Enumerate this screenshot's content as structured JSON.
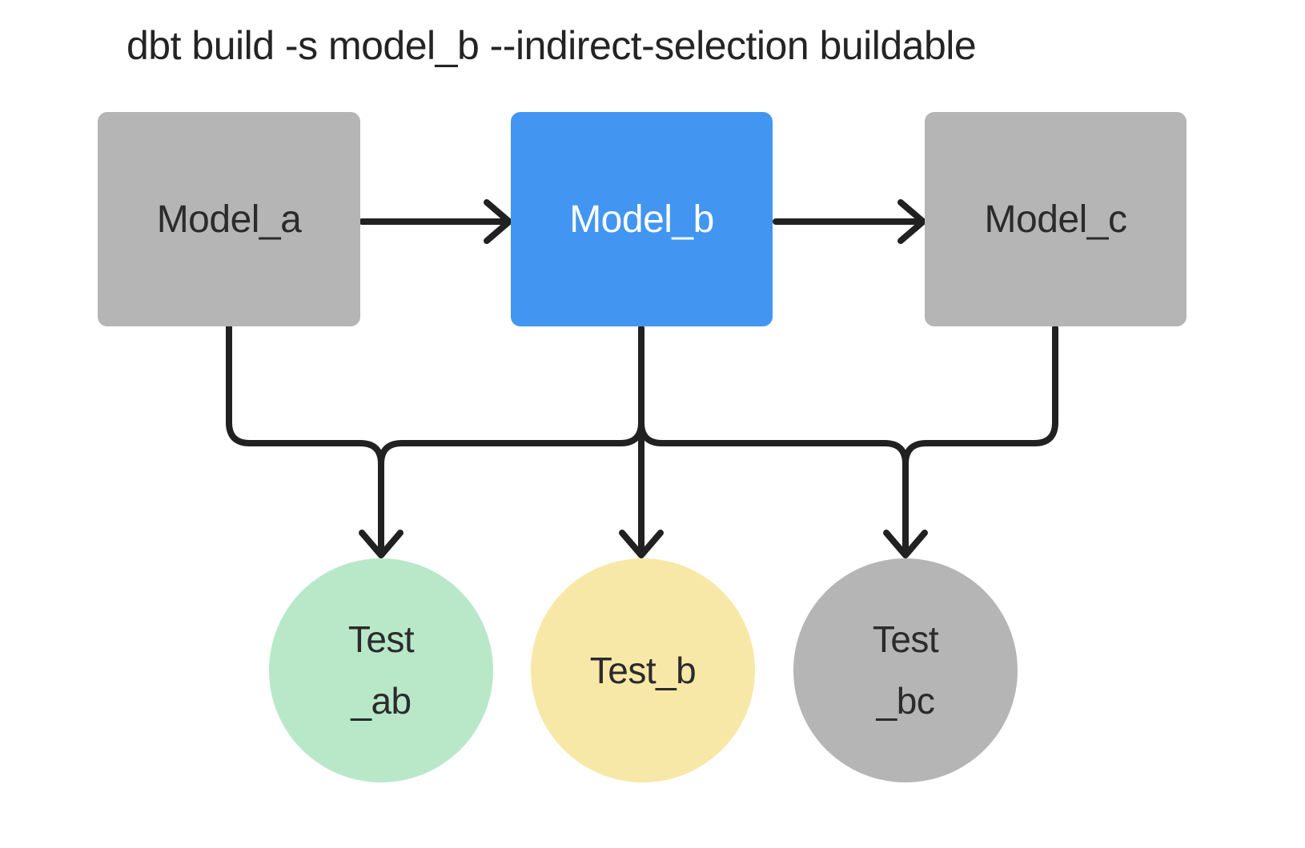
{
  "title": "dbt build -s model_b --indirect-selection buildable",
  "colors": {
    "background": "#ffffff",
    "model_selected_blue": "#4296f1",
    "node_gray": "#b5b5b5",
    "test_green": "#b9e8c9",
    "test_yellow": "#f8e8a7",
    "connector": "#212121",
    "text_dark": "#2b2b2b",
    "text_light": "#ffffff"
  },
  "nodes": {
    "models": [
      {
        "id": "model_a",
        "label": "Model_a",
        "highlighted": false
      },
      {
        "id": "model_b",
        "label": "Model_b",
        "highlighted": true
      },
      {
        "id": "model_c",
        "label": "Model_c",
        "highlighted": false
      }
    ],
    "tests": [
      {
        "id": "test_ab",
        "lines": [
          "Test",
          "_ab"
        ],
        "color_role": "test_green"
      },
      {
        "id": "test_b",
        "lines": [
          "Test_b"
        ],
        "color_role": "test_yellow"
      },
      {
        "id": "test_bc",
        "lines": [
          "Test",
          "_bc"
        ],
        "color_role": "node_gray"
      }
    ]
  },
  "edges": {
    "horizontal_arrows": [
      {
        "from": "model_a",
        "to": "model_b"
      },
      {
        "from": "model_b",
        "to": "model_c"
      }
    ],
    "bus": {
      "from": [
        "model_a",
        "model_b",
        "model_c"
      ],
      "to": [
        "test_ab",
        "test_b",
        "test_bc"
      ]
    }
  }
}
